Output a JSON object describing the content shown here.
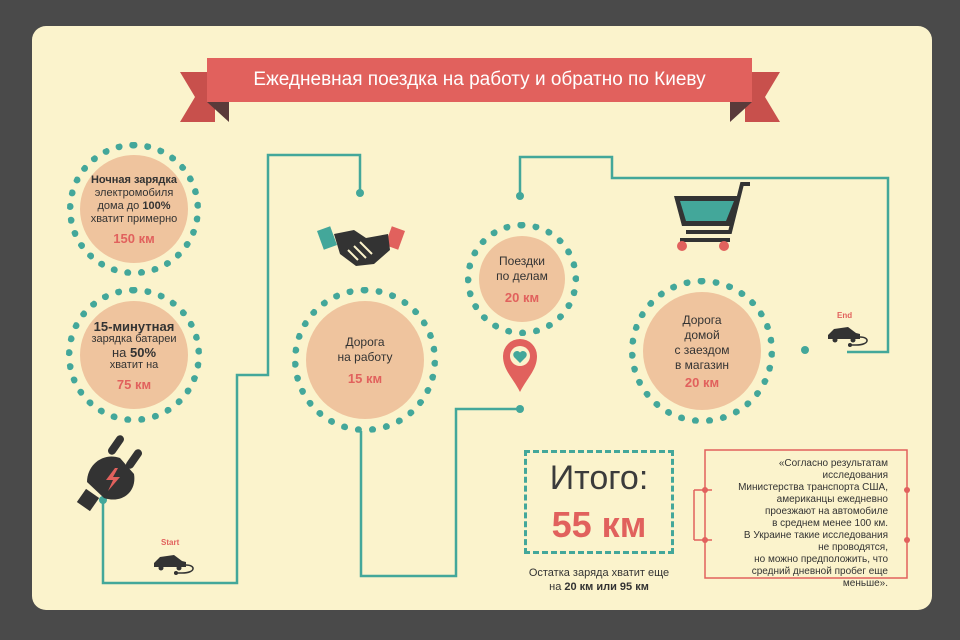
{
  "title": "Ежедневная поездка на работу и обратно по Киеву",
  "night_charge": {
    "line1": "Ночная зарядка",
    "line2": "электромобиля",
    "line3_pre": "дома до ",
    "line3_bold": "100%",
    "line4": "хватит примерно",
    "value": "150 км"
  },
  "quick_charge": {
    "line1": "15-минутная",
    "line2": "зарядка батареи",
    "line3_pre": "на ",
    "line3_bold": "50%",
    "line4": "хватит на",
    "value": "75 км"
  },
  "to_work": {
    "line1": "Дорога",
    "line2": "на работу",
    "value": "15 км"
  },
  "errands": {
    "line1": "Поездки",
    "line2": "по делам",
    "value": "20 км"
  },
  "home": {
    "line1": "Дорога",
    "line2": "домой",
    "line3": "с заездом",
    "line4": "в магазин",
    "value": "20 км"
  },
  "start_label": "Start",
  "end_label": "End",
  "total": {
    "label": "Итого:",
    "value": "55 км"
  },
  "remain": {
    "line1": "Остатка заряда хватит еще",
    "line2_pre": "на ",
    "line2_bold": "20 км или 95 км"
  },
  "quote": [
    "«Согласно результатам исследования",
    "Министерства транспорта США,",
    "американцы ежедневно",
    "проезжают на автомобиле",
    "в среднем менее 100 км.",
    "В Украине такие исследования",
    "не проводятся,",
    "но можно предположить, что",
    "средний дневной пробег еще меньше»."
  ],
  "colors": {
    "background": "#4a4a4a",
    "card": "#fbf3cc",
    "accent": "#e1615d",
    "teal": "#43a79a",
    "circle_fill": "#efc49e"
  },
  "icons": [
    "plug-icon",
    "handshake-icon",
    "location-heart-icon",
    "shopping-cart-icon",
    "car-icon"
  ]
}
